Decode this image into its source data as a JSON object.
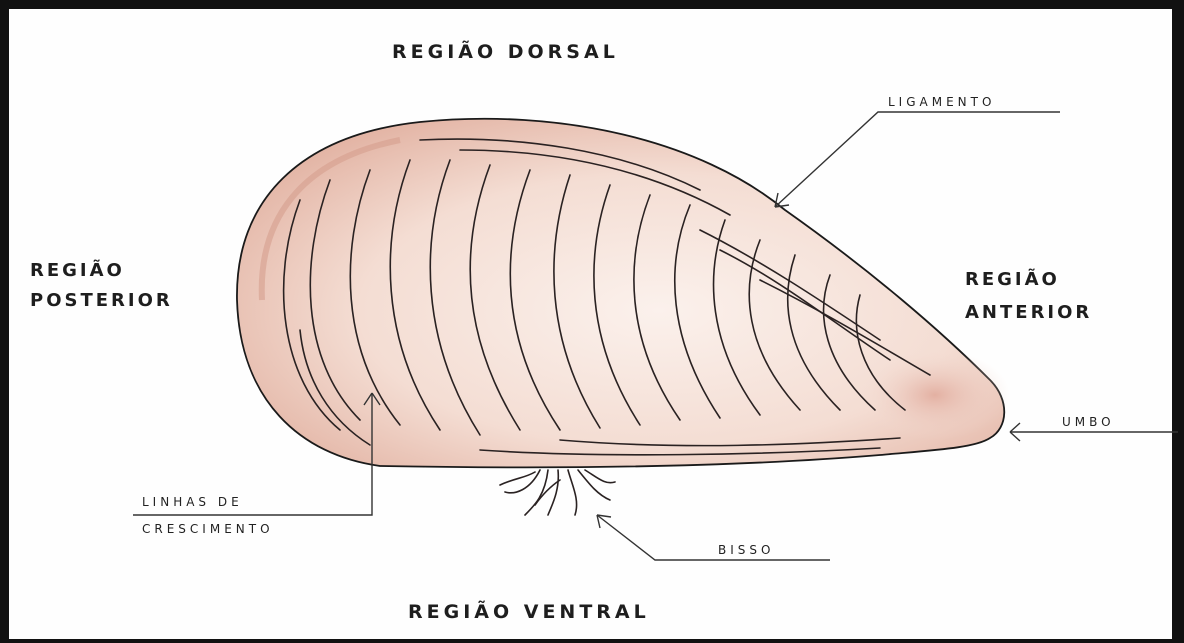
{
  "labels": {
    "dorsal": "REGIÃO DORSAL",
    "ventral": "REGIÃO VENTRAL",
    "posterior_line1": "REGIÃO",
    "posterior_line2": "POSTERIOR",
    "anterior_line1": "REGIÃO",
    "anterior_line2": "ANTERIOR",
    "ligamento": "LIGAMENTO",
    "umbo": "UMBO",
    "bisso": "BISSO",
    "linhas_line1": "LINHAS DE",
    "linhas_line2": "CRESCIMENTO"
  },
  "colors": {
    "shell_fill": "#f5e4dc",
    "shell_shade": "#d9a898",
    "outline": "#1a1a1a",
    "frame": "#111111"
  }
}
